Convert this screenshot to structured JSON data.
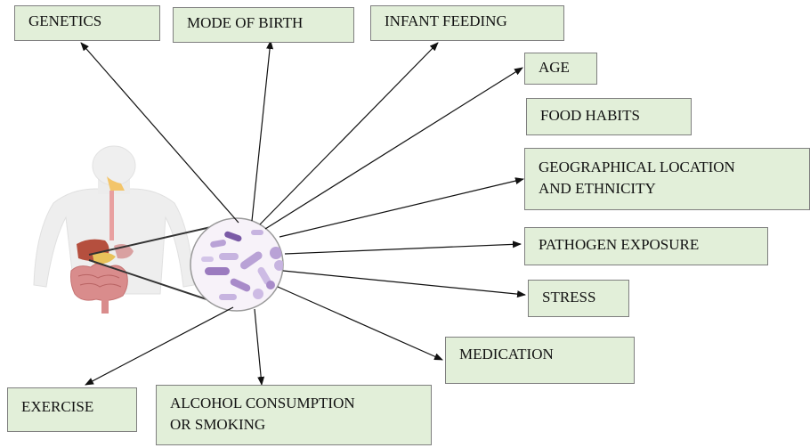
{
  "center_image": "gut-microbiome-illustration",
  "factors": {
    "genetics": "GENETICS",
    "mode_of_birth": "MODE OF BIRTH",
    "infant_feeding": "INFANT FEEDING",
    "age": "AGE",
    "food_habits": "FOOD HABITS",
    "geographical_location": "GEOGRAPHICAL LOCATION\nAND ETHNICITY",
    "pathogen_exposure": "PATHOGEN EXPOSURE",
    "stress": "STRESS",
    "medication": "MEDICATION",
    "exercise": "EXERCISE",
    "alcohol_smoking": "ALCOHOL CONSUMPTION\nOR SMOKING"
  },
  "colors": {
    "box_fill": "#e2efd9",
    "box_border": "#7f7f7f",
    "arrow": "#111111"
  }
}
